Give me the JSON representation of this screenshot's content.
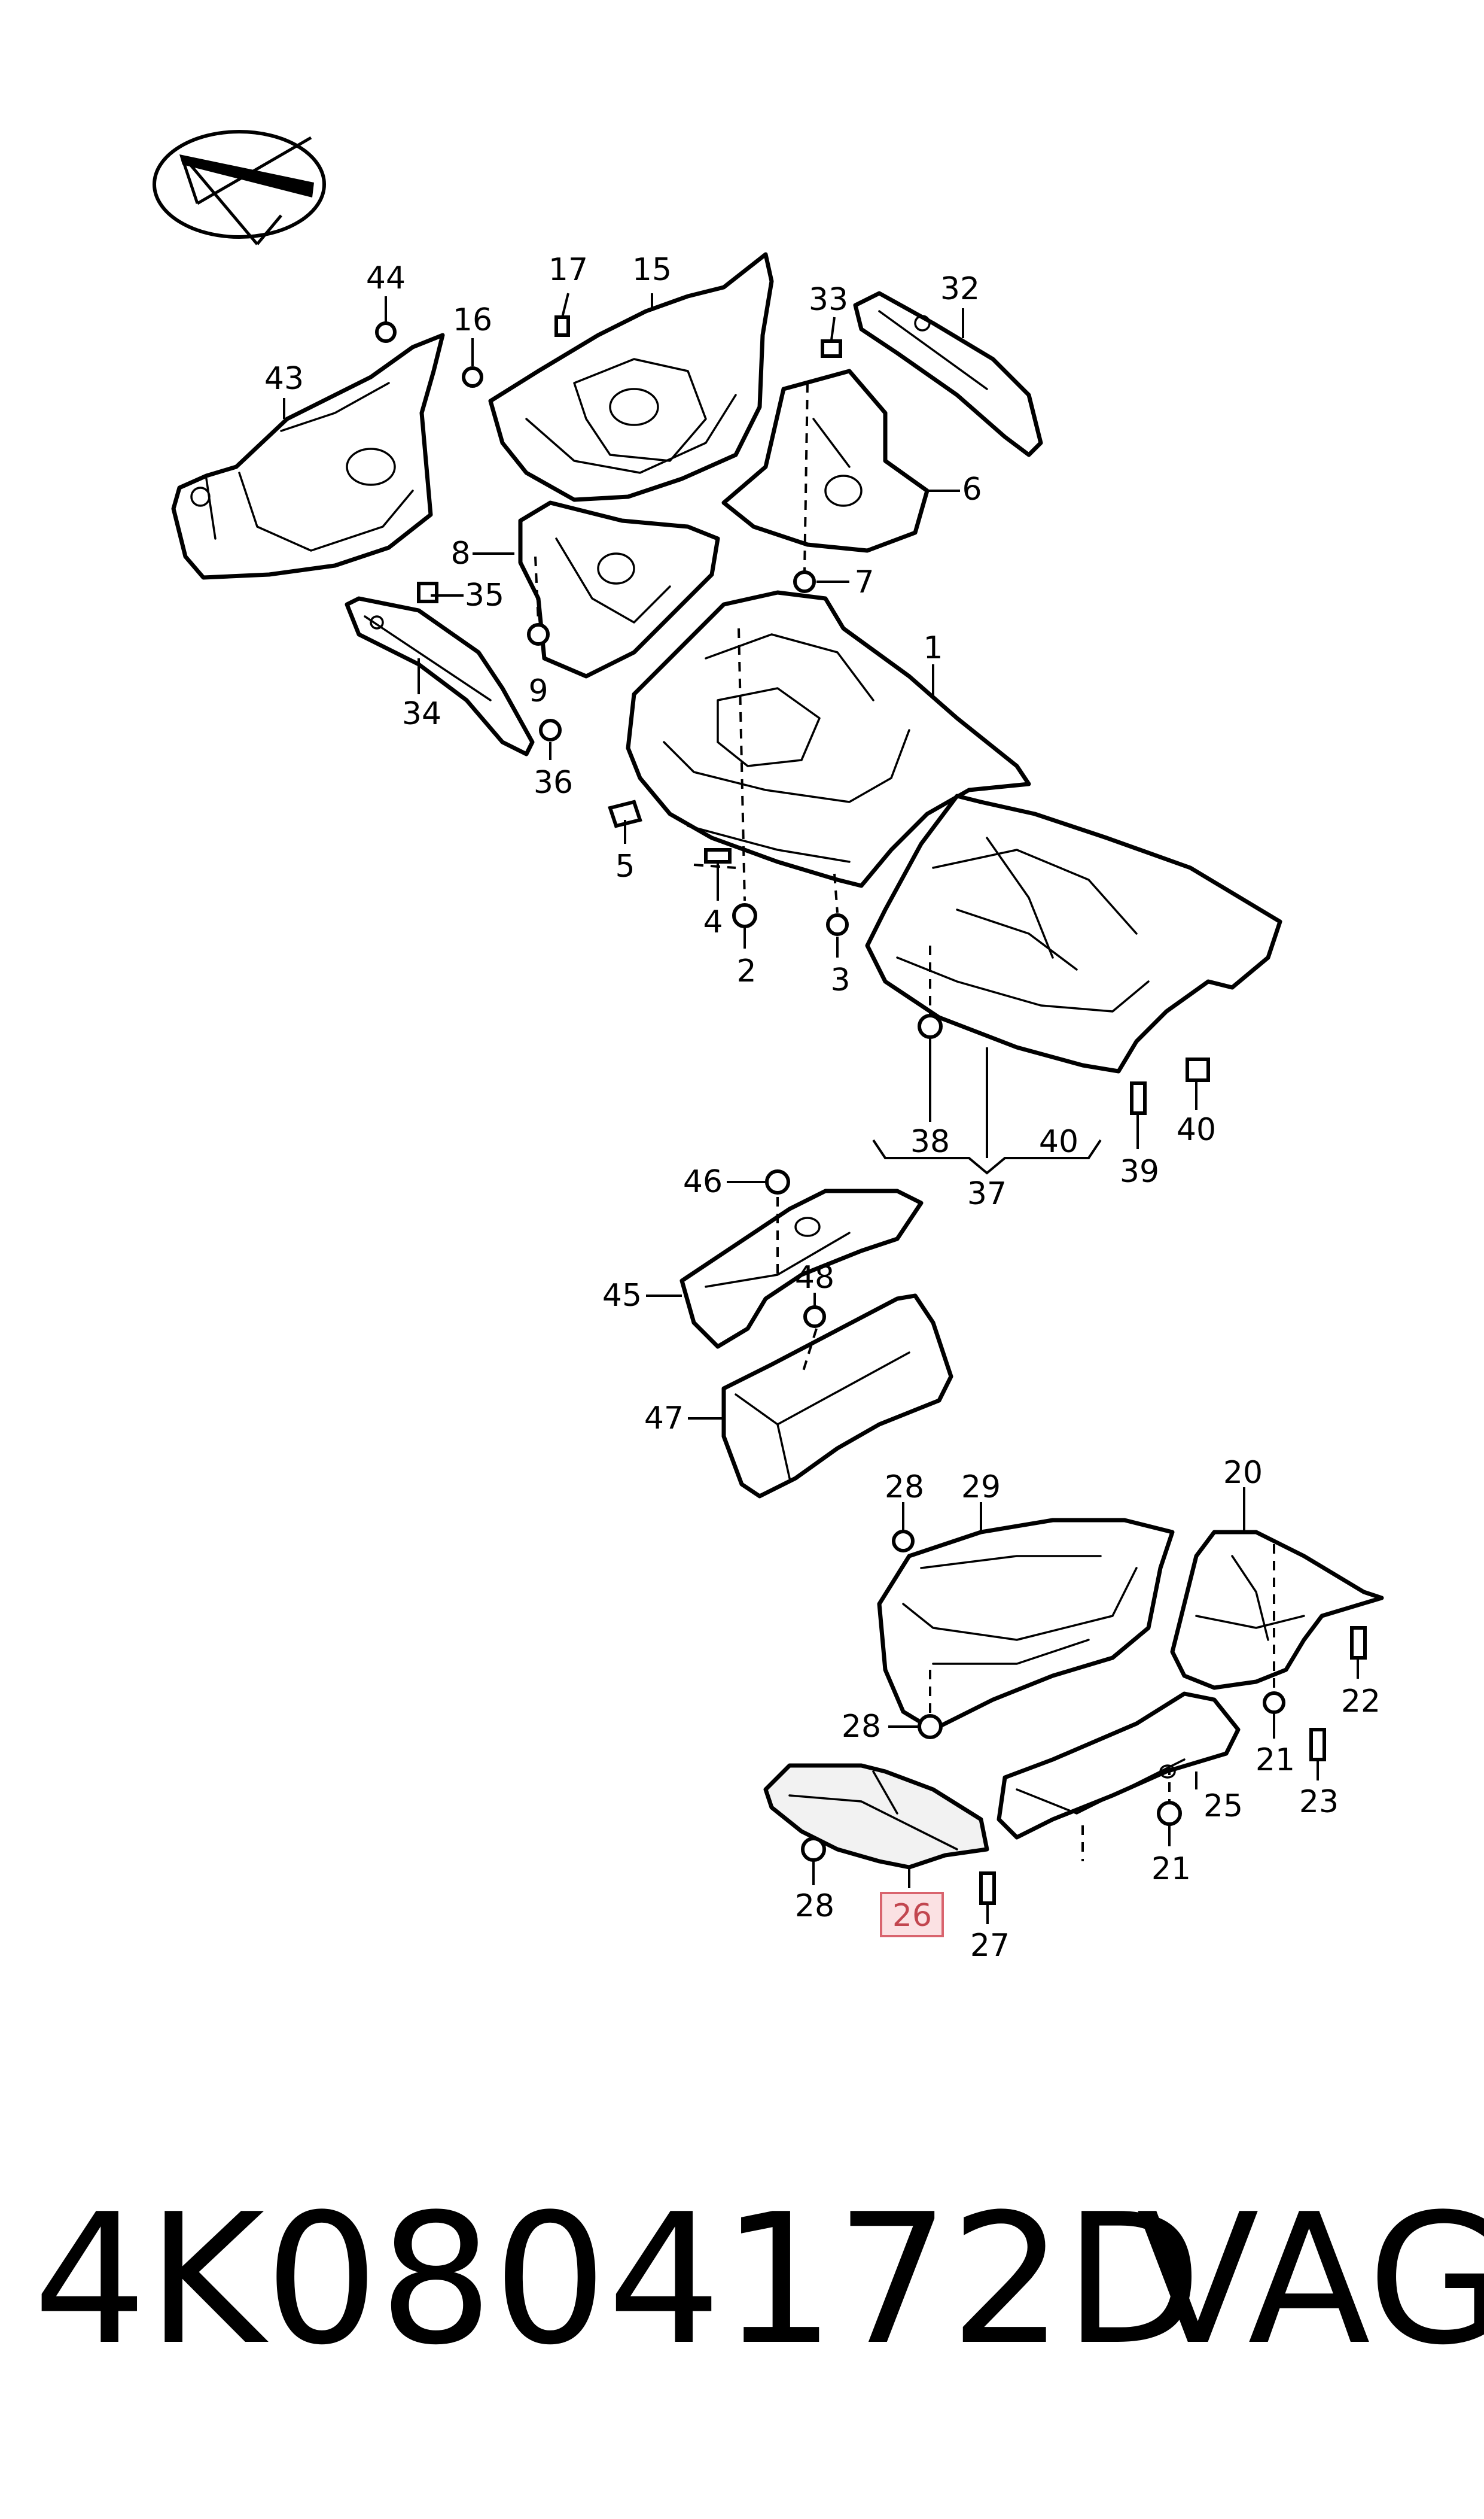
{
  "callouts": [
    {
      "id": "c44",
      "label": "44"
    },
    {
      "id": "c43",
      "label": "43"
    },
    {
      "id": "c16",
      "label": "16"
    },
    {
      "id": "c17",
      "label": "17"
    },
    {
      "id": "c15",
      "label": "15"
    },
    {
      "id": "c33",
      "label": "33"
    },
    {
      "id": "c32",
      "label": "32"
    },
    {
      "id": "c6",
      "label": "6"
    },
    {
      "id": "c8",
      "label": "8"
    },
    {
      "id": "c7",
      "label": "7"
    },
    {
      "id": "c35",
      "label": "35"
    },
    {
      "id": "c9",
      "label": "9"
    },
    {
      "id": "c1",
      "label": "1"
    },
    {
      "id": "c34",
      "label": "34"
    },
    {
      "id": "c36",
      "label": "36"
    },
    {
      "id": "c5",
      "label": "5"
    },
    {
      "id": "c4",
      "label": "4"
    },
    {
      "id": "c2",
      "label": "2"
    },
    {
      "id": "c3",
      "label": "3"
    },
    {
      "id": "c38",
      "label": "38"
    },
    {
      "id": "c40a",
      "label": "40"
    },
    {
      "id": "c40b",
      "label": "40"
    },
    {
      "id": "c39",
      "label": "39"
    },
    {
      "id": "c37",
      "label": "37"
    },
    {
      "id": "c46",
      "label": "46"
    },
    {
      "id": "c45",
      "label": "45"
    },
    {
      "id": "c48",
      "label": "48"
    },
    {
      "id": "c47",
      "label": "47"
    },
    {
      "id": "c28a",
      "label": "28"
    },
    {
      "id": "c29",
      "label": "29"
    },
    {
      "id": "c20",
      "label": "20"
    },
    {
      "id": "c22",
      "label": "22"
    },
    {
      "id": "c28b",
      "label": "28"
    },
    {
      "id": "c21a",
      "label": "21"
    },
    {
      "id": "c23",
      "label": "23"
    },
    {
      "id": "c25",
      "label": "25"
    },
    {
      "id": "c21b",
      "label": "21"
    },
    {
      "id": "c28c",
      "label": "28"
    },
    {
      "id": "c26",
      "label": "26",
      "highlighted": true
    },
    {
      "id": "c27",
      "label": "27"
    }
  ],
  "footer": {
    "part_number": "4K0804172D",
    "brand": "VAG"
  },
  "colors": {
    "line": "#000000",
    "background": "#ffffff",
    "highlight_fill": "#fbe1e3",
    "highlight_stroke": "#d9646e"
  },
  "icons": [
    "car-orientation-icon"
  ]
}
